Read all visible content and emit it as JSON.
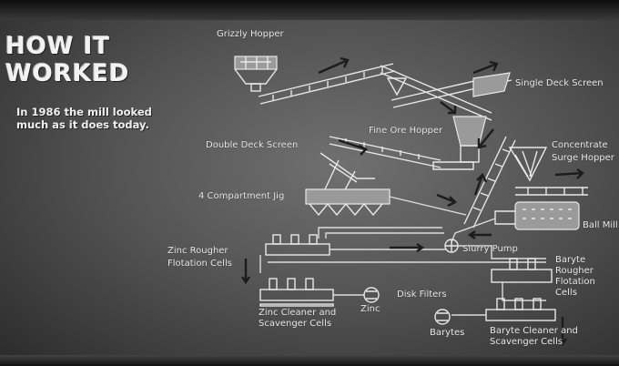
{
  "title": "HOW IT\nWORKED",
  "subtitle": "In 1986 the mill looked much as it does today.",
  "labels": {
    "grizzly_hopper": "Grizzly Hopper",
    "single_deck_screen": "Single Deck Screen",
    "fine_ore_hopper": "Fine Ore Hopper",
    "double_deck_screen": "Double Deck Screen",
    "concentrate_surge_hopper_1": "Concentrate",
    "concentrate_surge_hopper_2": "Surge Hopper",
    "compartment_jig": "4 Compartment Jig",
    "ball_mill": "Ball Mill",
    "zinc_rougher_1": "Zinc Rougher",
    "zinc_rougher_2": "Flotation Cells",
    "slurry_pump": "Slurry Pump",
    "baryte_rougher_1": "Baryte",
    "baryte_rougher_2": "Rougher",
    "baryte_rougher_3": "Flotation",
    "baryte_rougher_4": "Cells",
    "disk_filters": "Disk Filters",
    "zinc_cleaner_1": "Zinc Cleaner and",
    "zinc_cleaner_2": "Scavenger Cells",
    "zinc": "Zinc",
    "barytes": "Barytes",
    "baryte_cleaner_1": "Baryte Cleaner and",
    "baryte_cleaner_2": "Scavenger Cells"
  }
}
